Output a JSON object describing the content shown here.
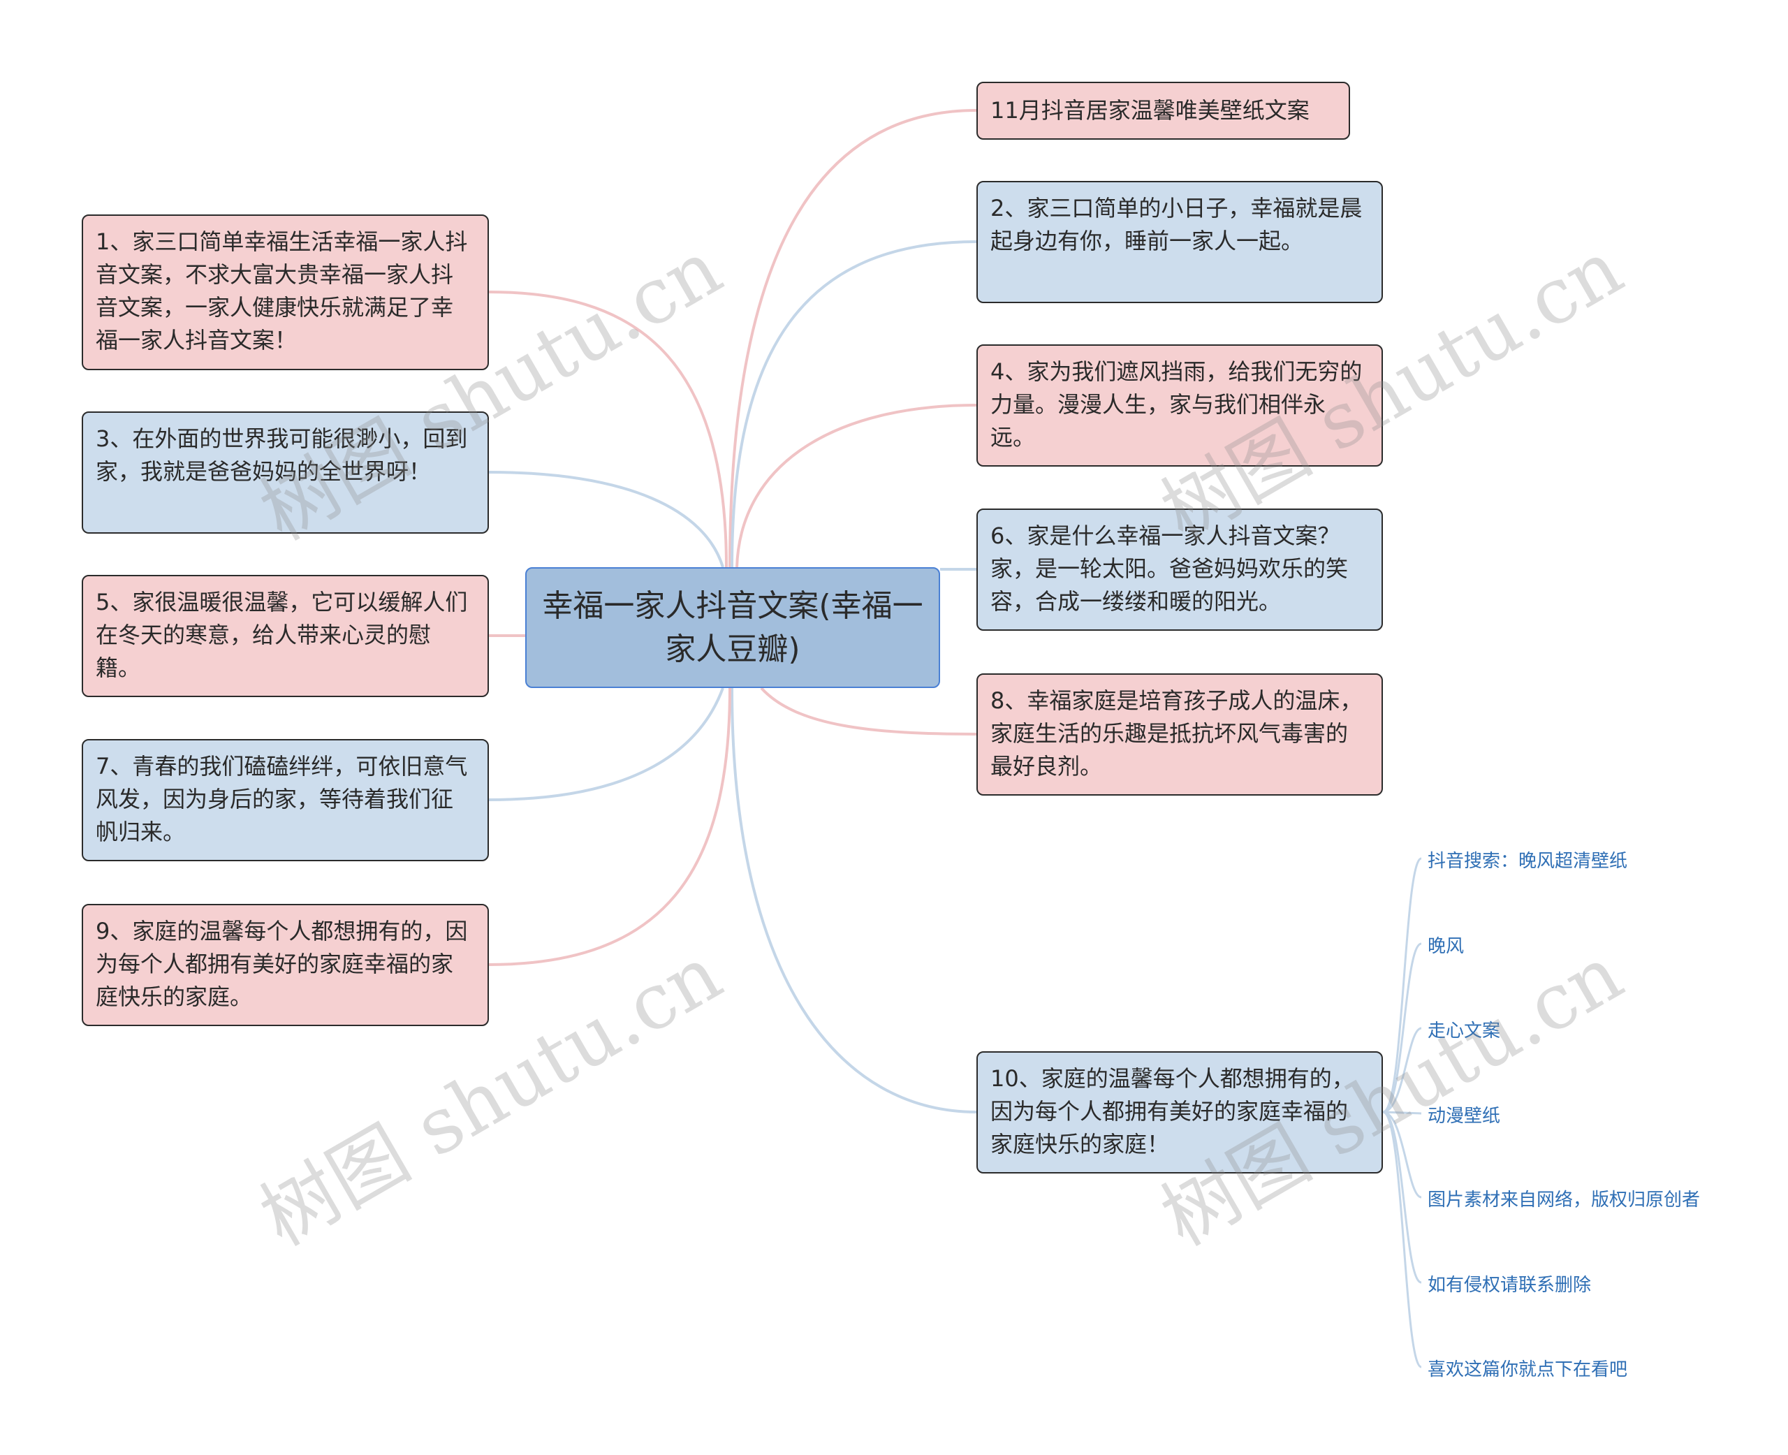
{
  "center": {
    "title": "幸福一家人抖音文案(幸福一家人豆瓣)"
  },
  "right_nodes": [
    {
      "text": "11月抖音居家温馨唯美壁纸文案",
      "color": "pink"
    },
    {
      "text": "2、家三口简单的小日子，幸福就是晨起身边有你，睡前一家人一起。",
      "color": "blue"
    },
    {
      "text": "4、家为我们遮风挡雨，给我们无穷的力量。漫漫人生，家与我们相伴永远。",
      "color": "pink"
    },
    {
      "text": "6、家是什么幸福一家人抖音文案？家，是一轮太阳。爸爸妈妈欢乐的笑容，合成一缕缕和暖的阳光。",
      "color": "blue"
    },
    {
      "text": "8、幸福家庭是培育孩子成人的温床，家庭生活的乐趣是抵抗坏风气毒害的最好良剂。",
      "color": "pink"
    },
    {
      "text": "10、家庭的温馨每个人都想拥有的，因为每个人都拥有美好的家庭幸福的家庭快乐的家庭！",
      "color": "blue"
    }
  ],
  "left_nodes": [
    {
      "text": "1、家三口简单幸福生活幸福一家人抖音文案，不求大富大贵幸福一家人抖音文案，一家人健康快乐就满足了幸福一家人抖音文案！",
      "color": "pink"
    },
    {
      "text": "3、在外面的世界我可能很渺小，回到家，我就是爸爸妈妈的全世界呀！",
      "color": "blue"
    },
    {
      "text": "5、家很温暖很温馨，它可以缓解人们在冬天的寒意，给人带来心灵的慰籍。",
      "color": "pink"
    },
    {
      "text": "7、青春的我们磕磕绊绊，可依旧意气风发，因为身后的家，等待着我们征帆归来。",
      "color": "blue"
    },
    {
      "text": "9、家庭的温馨每个人都想拥有的，因为每个人都拥有美好的家庭幸福的家庭快乐的家庭。",
      "color": "pink"
    }
  ],
  "leaves": [
    "抖音搜索：晚风超清壁纸",
    "晚风",
    "走心文案",
    "动漫壁纸",
    "图片素材来自网络，版权归原创者",
    "如有侵权请联系删除",
    "喜欢这篇你就点下在看吧"
  ],
  "watermark": "树图 shutu.cn",
  "colors": {
    "pink": "#f5d0d1",
    "blue": "#cddded",
    "center": "#a2bedc",
    "pink_line": "#f0c3c5",
    "blue_line": "#c4d6e8",
    "leaf_text": "#2f6fb5"
  }
}
